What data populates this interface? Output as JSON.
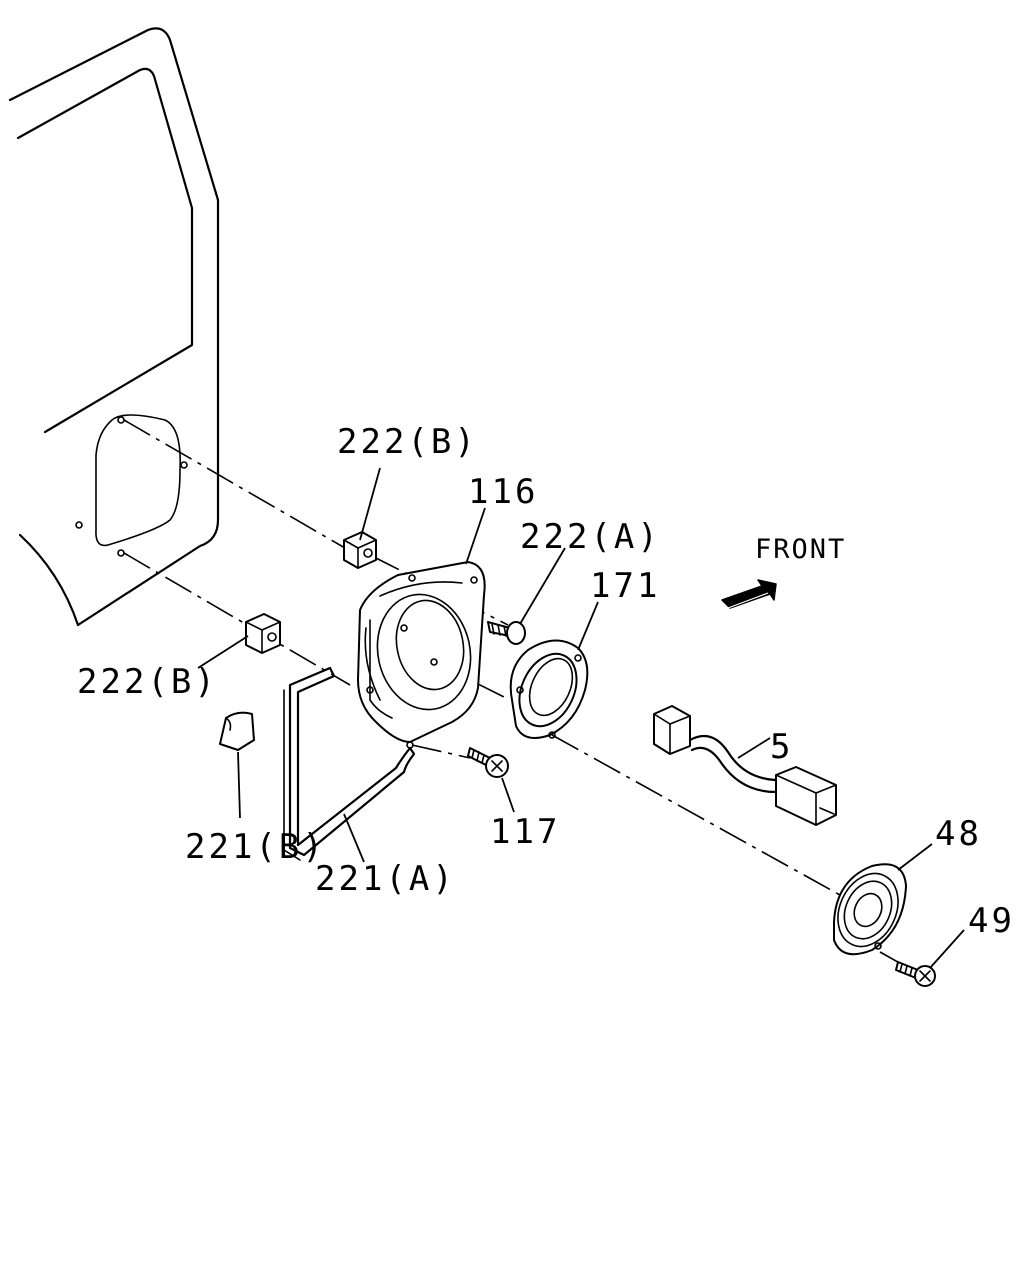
{
  "figure": {
    "labels": {
      "p222b_top": "222(B)",
      "p222b_left": "222(B)",
      "p116": "116",
      "p222a": "222(A)",
      "p171": "171",
      "p5": "5",
      "p221b": "221(B)",
      "p221a": "221(A)",
      "p117": "117",
      "p48": "48",
      "p49": "49"
    },
    "direction_label": "FRONT",
    "icons": {
      "direction": "front-arrow-icon"
    }
  }
}
